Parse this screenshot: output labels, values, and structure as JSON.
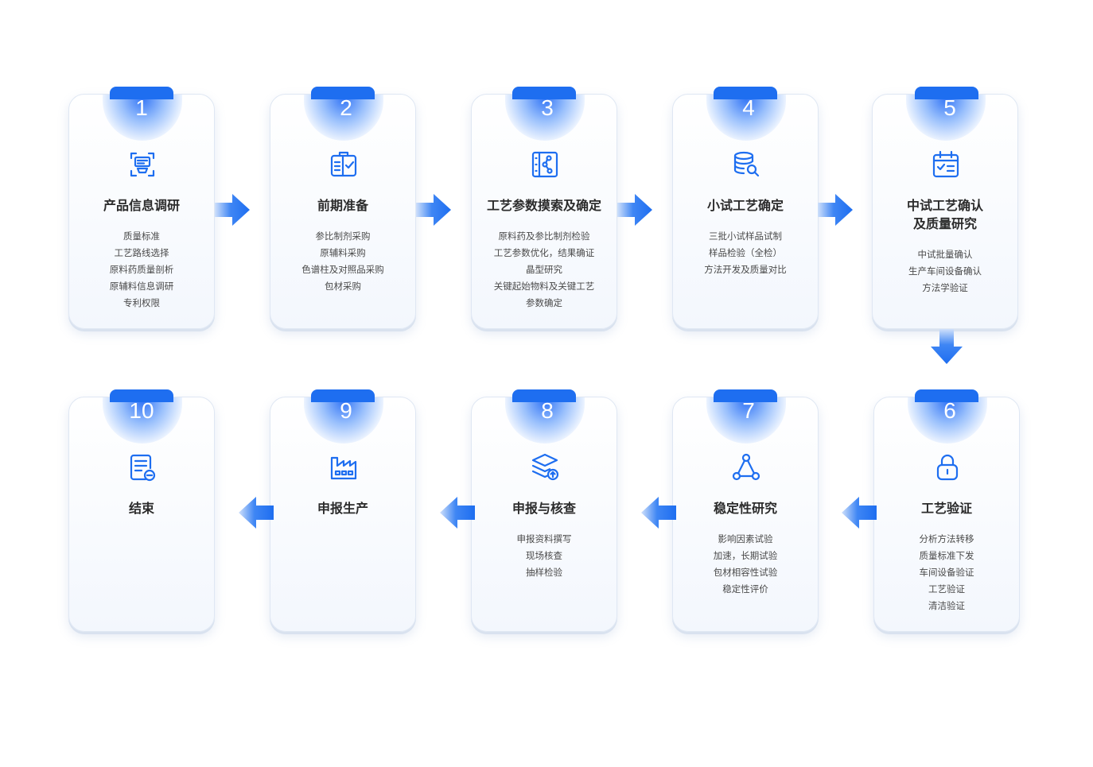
{
  "colors": {
    "accent": "#1e6ef0",
    "title": "#2b2b2b",
    "text": "#4a4a4a"
  },
  "steps": [
    {
      "number": "1",
      "title": "产品信息调研",
      "icon": "scanner-icon",
      "items": [
        "质量标准",
        "工艺路线选择",
        "原料药质量剖析",
        "原辅料信息调研",
        "专利权限"
      ]
    },
    {
      "number": "2",
      "title": "前期准备",
      "icon": "clipboard-check-icon",
      "items": [
        "参比制剂采购",
        "原辅料采购",
        "色谱柱及对照品采购",
        "包材采购"
      ]
    },
    {
      "number": "3",
      "title": "工艺参数摸索及确定",
      "icon": "workflow-book-icon",
      "items": [
        "原料药及参比制剂检验",
        "工艺参数优化，结果确证",
        "晶型研究",
        "关键起始物料及关键工艺",
        "参数确定"
      ]
    },
    {
      "number": "4",
      "title": "小试工艺确定",
      "icon": "database-search-icon",
      "items": [
        "三批小试样品试制",
        "样品检验（全检）",
        "方法开发及质量对比"
      ]
    },
    {
      "number": "5",
      "title": "中试工艺确认\n及质量研究",
      "icon": "calendar-check-icon",
      "items": [
        "中试批量确认",
        "生产车间设备确认",
        "方法学验证"
      ]
    },
    {
      "number": "6",
      "title": "工艺验证",
      "icon": "lock-icon",
      "items": [
        "分析方法转移",
        "质量标准下发",
        "车间设备验证",
        "工艺验证",
        "清洁验证"
      ]
    },
    {
      "number": "7",
      "title": "稳定性研究",
      "icon": "triangle-nodes-icon",
      "items": [
        "影响因素试验",
        "加速，长期试验",
        "包材相容性试验",
        "稳定性评价"
      ]
    },
    {
      "number": "8",
      "title": "申报与核查",
      "icon": "layers-upload-icon",
      "items": [
        "申报资料撰写",
        "现场核查",
        "抽样检验"
      ]
    },
    {
      "number": "9",
      "title": "申报生产",
      "icon": "factory-icon",
      "items": []
    },
    {
      "number": "10",
      "title": "结束",
      "icon": "document-minus-icon",
      "items": []
    }
  ]
}
